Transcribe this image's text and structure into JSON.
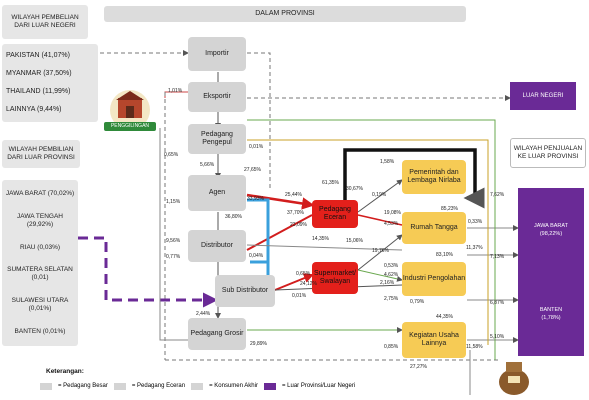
{
  "header": {
    "title": "DALAM PROVINSI"
  },
  "left_top": {
    "heading": "WILAYAH PEMBELIAN DARI LUAR NEGERI",
    "items": [
      "PAKISTAN (41,07%)",
      "MYANMAR (37,50%)",
      "THAILAND (11,99%)",
      "LAINNYA (9,44%)"
    ]
  },
  "left_mid": {
    "heading": "WILAYAH PEMBILIAN DARI LUAR PROVINSI"
  },
  "left_bottom": {
    "items": [
      "JAWA BARAT (70,02%)",
      "JAWA TENGAH (29,92%)",
      "RIAU (0,03%)",
      "SUMATERA SELATAN (0,01)",
      "SULAWESI UTARA (0,01%)",
      "BANTEN (0,01%)"
    ]
  },
  "logo": {
    "label": "PENGGILINGAN"
  },
  "nodes": {
    "importir": "Importir",
    "eksportir": "Eksportir",
    "pedagang_pengepul": "Pedagang Pengepul",
    "agen": "Agen",
    "distributor": "Distributor",
    "sub_distributor": "Sub Distributor",
    "pedagang_grosir": "Pedagang Grosir",
    "pedagang_eceran": "Pedagang Eceran",
    "supermarket": "Supermarket/ Swalayan",
    "pemerintah": "Pemerintah dan Lembaga Nirlaba",
    "rumah_tangga": "Rumah Tangga",
    "industri": "Industri Pengolahan",
    "kegiatan_usaha": "Kegiatan Usaha Lainnya"
  },
  "right": {
    "luar_negeri": "LUAR NEGERI",
    "heading": "WILAYAH PENJUALAN KE LUAR PROVINSI",
    "jawa_barat": "JAWA BARAT",
    "jawa_barat_pct": "(98,22%)",
    "banten": "BANTEN",
    "banten_pct": "(1,78%)"
  },
  "flow_labels": [
    "1,01%",
    "0,65%",
    "5,66%",
    "0,01%",
    "27,65%",
    "1,15%",
    "36,80%",
    "9,56%",
    "0,77%",
    "0,04%",
    "33,93%",
    "25,44%",
    "61,35%",
    "30,67%",
    "0,19%",
    "37,70%",
    "23,09%",
    "14,35%",
    "15,06%",
    "1,58%",
    "85,23%",
    "19,08%",
    "4,53%",
    "0,33%",
    "19,76%",
    "83,10%",
    "11,37%",
    "7,62%",
    "7,13%",
    "0,65%",
    "24,12%",
    "0,53%",
    "4,62%",
    "2,16%",
    "0,01%",
    "2,75%",
    "0,79%",
    "6,87%",
    "44,35%",
    "2,44%",
    "29,89%",
    "0,85%",
    "27,27%",
    "11,58%",
    "5,10%"
  ],
  "legend": {
    "title": "Keterangan:",
    "items": [
      "= Pedagang Besar",
      "= Pedagang Eceran",
      "= Konsumen Akhir",
      "= Luar Provinsi/Luar Negeri"
    ]
  }
}
